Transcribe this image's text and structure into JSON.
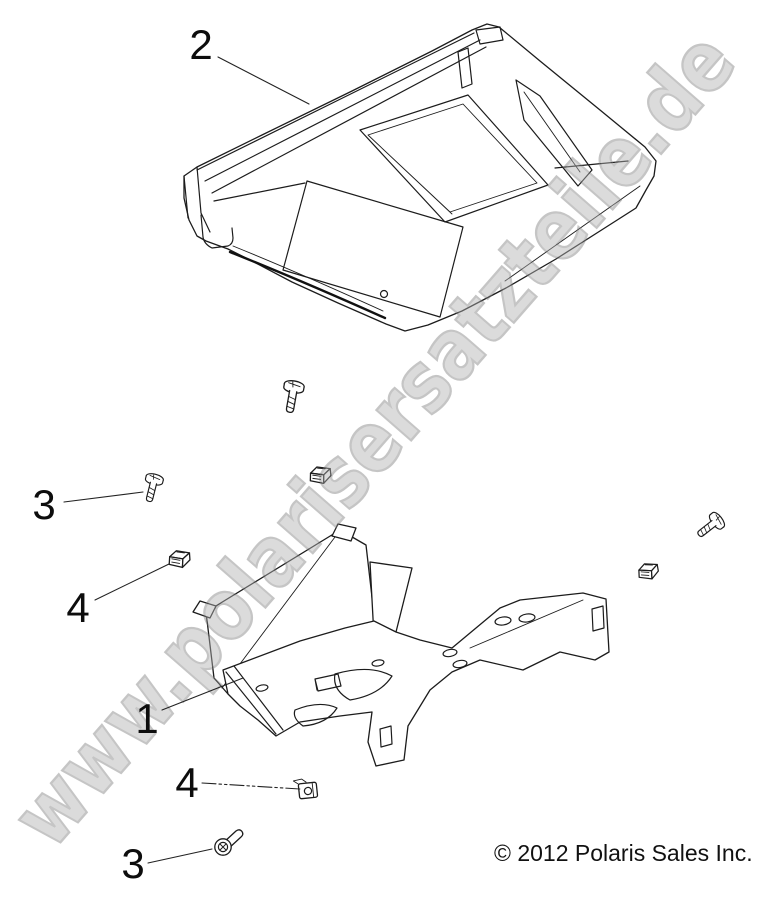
{
  "diagram": {
    "type": "exploded-parts-diagram",
    "callouts": [
      {
        "label": "2"
      },
      {
        "label": "3"
      },
      {
        "label": "4"
      },
      {
        "label": "1"
      },
      {
        "label": "4"
      },
      {
        "label": "3"
      }
    ]
  },
  "watermark": {
    "text": "www.polarisersatzteile.de"
  },
  "footer": {
    "copyright": "© 2012 Polaris Sales Inc."
  },
  "colors": {
    "line": "#1c1c1c",
    "background": "#ffffff",
    "watermark_fill": "#b1b1b1",
    "watermark_outline": "#7f7f7f"
  }
}
